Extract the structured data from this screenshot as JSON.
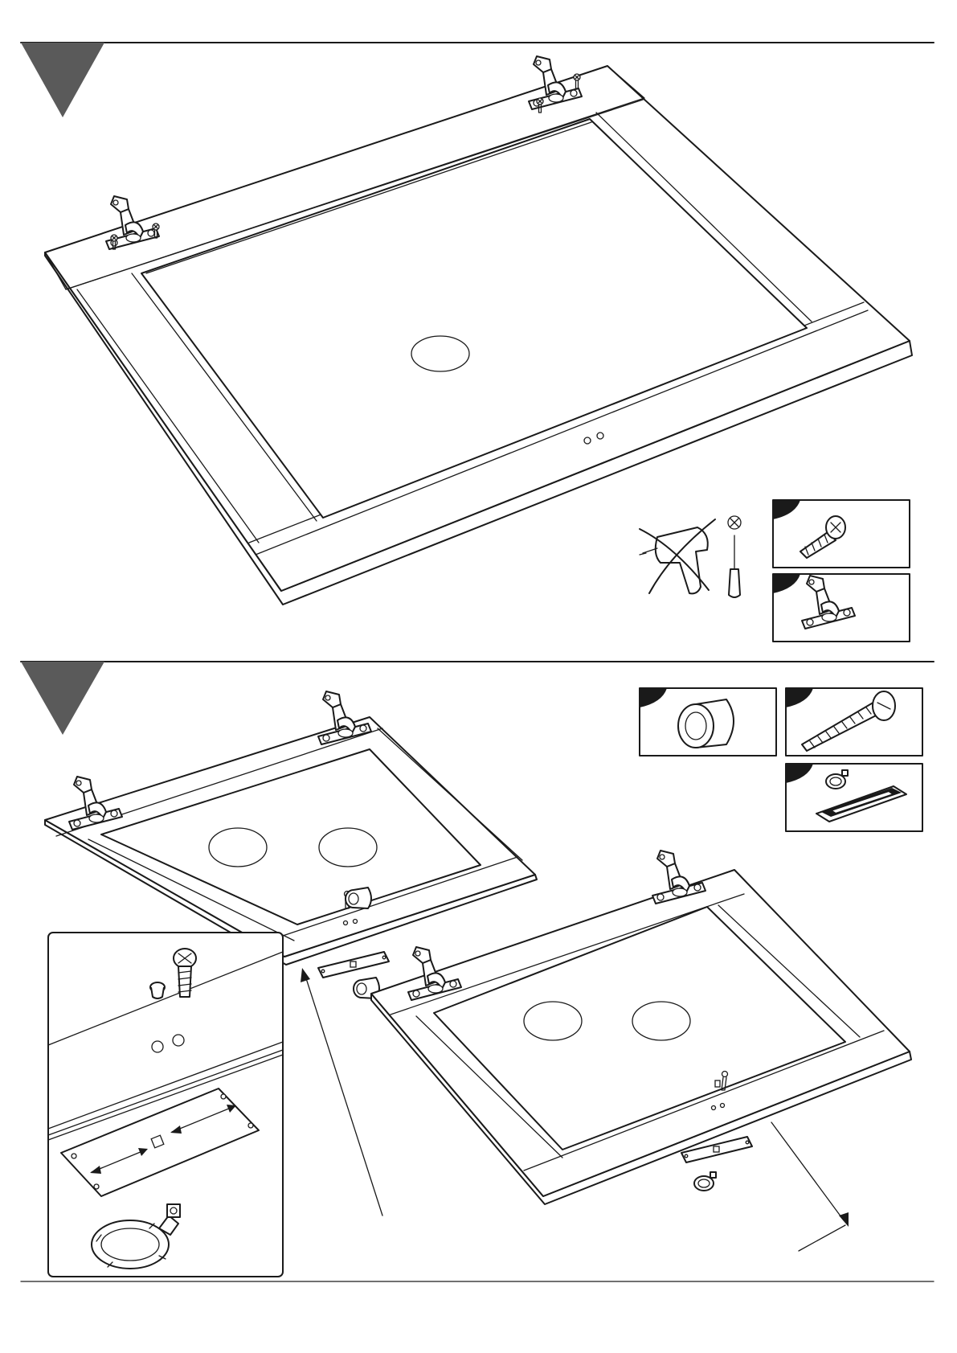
{
  "document": {
    "type": "assembly-instructions",
    "steps": [
      {
        "marker": "step-1-marker"
      },
      {
        "marker": "step-2-marker"
      }
    ],
    "colors": {
      "line": "#1a1a1a",
      "marker": "#5a5a5a",
      "background": "#ffffff"
    },
    "icons": [
      "hinge-icon",
      "screw-icon",
      "screwdriver-icon",
      "no-power-drill-icon",
      "bolt-icon",
      "grommet-icon",
      "connector-plate-icon",
      "ring-icon",
      "arrow-icon"
    ]
  }
}
